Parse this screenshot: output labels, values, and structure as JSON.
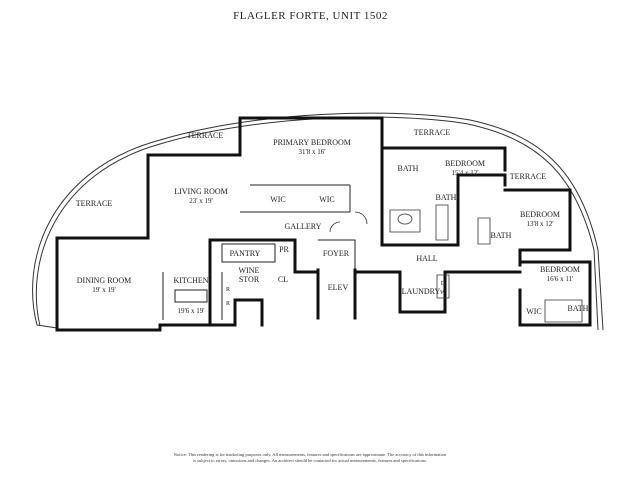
{
  "title": "FLAGLER FORTE, UNIT 1502",
  "rooms": {
    "terrace_left": "TERRACE",
    "terrace_top": "TERRACE",
    "terrace_top_right": "TERRACE",
    "terrace_right": "TERRACE",
    "living_room": {
      "name": "LIVING ROOM",
      "dim": "23' x 19'"
    },
    "dining_room": {
      "name": "DINING ROOM",
      "dim": "19' x 19'"
    },
    "kitchen": {
      "name": "KITCHEN",
      "dim": "19'6 x 19'"
    },
    "primary_bedroom": {
      "name": "PRIMARY BEDROOM",
      "dim": "31'8 x 16'"
    },
    "bedroom_2": {
      "name": "BEDROOM",
      "dim": "15'4 x 12'"
    },
    "bedroom_3": {
      "name": "BEDROOM",
      "dim": "13'8 x 12'"
    },
    "bedroom_4": {
      "name": "BEDROOM",
      "dim": "16'6 x 11'"
    },
    "wic_1": "WIC",
    "wic_2": "WIC",
    "wic_3": "WIC",
    "bath_primary": "BATH",
    "bath_2": "BATH",
    "bath_3": "BATH",
    "bath_4": "BATH",
    "gallery": "GALLERY",
    "pantry": "PANTRY",
    "pr": "PR",
    "wine_stor": [
      "WINE",
      "STOR"
    ],
    "cl": "CL",
    "foyer": "FOYER",
    "elev": "ELEV",
    "hall": "HALL",
    "laundry": "LAUNDRY",
    "d": "D",
    "w": "W",
    "r1": "R",
    "r2": "R"
  },
  "disclaimer": [
    "Notice: This rendering is for marketing purposes only. All measurements, features and specifications are approximate. The accuracy of this information",
    "is subject to errors, omissions and changes. An architect should be contacted for actual measurements, features and specifications."
  ]
}
